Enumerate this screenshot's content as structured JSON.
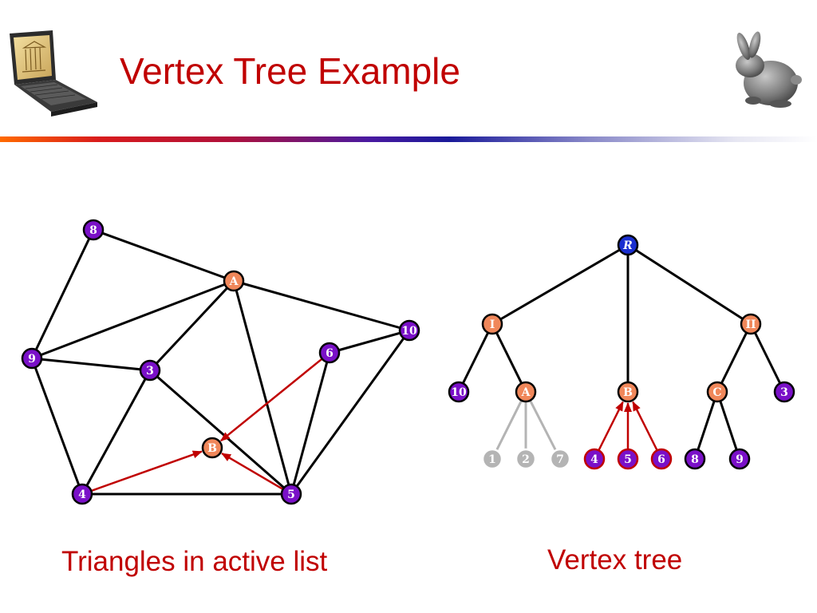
{
  "slide": {
    "title": "Vertex Tree Example",
    "caption_left": "Triangles in active list",
    "caption_right": "Vertex tree",
    "icons": [
      "laptop-icon",
      "bunny-icon"
    ]
  },
  "colors": {
    "title": "#c00000",
    "leaf_vertex": "#7a10c8",
    "internal_vertex": "#f0875a",
    "root_vertex": "#1a2fd0",
    "collapsed_vertex": "#b4b4b4",
    "highlight_edge": "#c00000",
    "edge": "#000000",
    "collapsed_edge": "#b4b4b4"
  },
  "mesh": {
    "nodes": [
      {
        "id": "8",
        "kind": "leaf"
      },
      {
        "id": "A",
        "kind": "internal"
      },
      {
        "id": "10",
        "kind": "leaf"
      },
      {
        "id": "9",
        "kind": "leaf"
      },
      {
        "id": "3",
        "kind": "leaf"
      },
      {
        "id": "6",
        "kind": "leaf"
      },
      {
        "id": "B",
        "kind": "internal"
      },
      {
        "id": "4",
        "kind": "leaf"
      },
      {
        "id": "5",
        "kind": "leaf"
      }
    ],
    "edges": [
      [
        "8",
        "A"
      ],
      [
        "8",
        "9"
      ],
      [
        "A",
        "10"
      ],
      [
        "A",
        "9"
      ],
      [
        "A",
        "3"
      ],
      [
        "A",
        "5"
      ],
      [
        "9",
        "3"
      ],
      [
        "9",
        "4"
      ],
      [
        "3",
        "4"
      ],
      [
        "3",
        "5"
      ],
      [
        "6",
        "10"
      ],
      [
        "6",
        "5"
      ],
      [
        "10",
        "5"
      ],
      [
        "4",
        "5"
      ]
    ],
    "arrows": [
      {
        "from": "6",
        "to": "B"
      },
      {
        "from": "4",
        "to": "B"
      },
      {
        "from": "5",
        "to": "B"
      }
    ]
  },
  "tree": {
    "nodes": [
      {
        "id": "R",
        "kind": "root"
      },
      {
        "id": "I",
        "kind": "internal"
      },
      {
        "id": "II",
        "kind": "internal"
      },
      {
        "id": "10",
        "kind": "leaf"
      },
      {
        "id": "A",
        "kind": "internal"
      },
      {
        "id": "B",
        "kind": "internal"
      },
      {
        "id": "C",
        "kind": "internal"
      },
      {
        "id": "3",
        "kind": "leaf"
      },
      {
        "id": "1",
        "kind": "collapsed"
      },
      {
        "id": "2",
        "kind": "collapsed"
      },
      {
        "id": "7",
        "kind": "collapsed"
      },
      {
        "id": "4",
        "kind": "active-leaf"
      },
      {
        "id": "5",
        "kind": "active-leaf"
      },
      {
        "id": "6",
        "kind": "active-leaf"
      },
      {
        "id": "8",
        "kind": "leaf"
      },
      {
        "id": "9",
        "kind": "leaf"
      }
    ],
    "edges": [
      {
        "from": "R",
        "to": "I",
        "style": "normal"
      },
      {
        "from": "R",
        "to": "B",
        "style": "normal"
      },
      {
        "from": "R",
        "to": "II",
        "style": "normal"
      },
      {
        "from": "I",
        "to": "10",
        "style": "normal"
      },
      {
        "from": "I",
        "to": "A",
        "style": "normal"
      },
      {
        "from": "II",
        "to": "C",
        "style": "normal"
      },
      {
        "from": "II",
        "to": "3",
        "style": "normal"
      },
      {
        "from": "C",
        "to": "8",
        "style": "normal"
      },
      {
        "from": "C",
        "to": "9",
        "style": "normal"
      },
      {
        "from": "A",
        "to": "1",
        "style": "collapsed"
      },
      {
        "from": "A",
        "to": "2",
        "style": "collapsed"
      },
      {
        "from": "A",
        "to": "7",
        "style": "collapsed"
      },
      {
        "from": "4",
        "to": "B",
        "style": "arrow"
      },
      {
        "from": "5",
        "to": "B",
        "style": "arrow"
      },
      {
        "from": "6",
        "to": "B",
        "style": "arrow"
      }
    ]
  }
}
